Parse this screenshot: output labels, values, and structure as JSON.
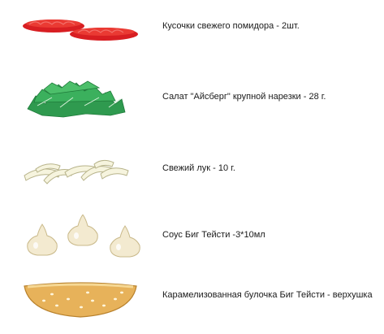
{
  "ingredients": [
    {
      "label": "Кусочки свежего помидора - 2шт.",
      "icon": "tomato-slices-icon"
    },
    {
      "label": "Салат \"Айсберг\" крупной нарезки - 28 г.",
      "icon": "lettuce-icon"
    },
    {
      "label": "Свежий лук - 10 г.",
      "icon": "onion-icon"
    },
    {
      "label": "Соус Биг Тейсти -3*10мл",
      "icon": "sauce-drops-icon"
    },
    {
      "label": "Карамелизованная булочка Биг Тейсти - верхушка",
      "icon": "bun-top-icon"
    }
  ]
}
